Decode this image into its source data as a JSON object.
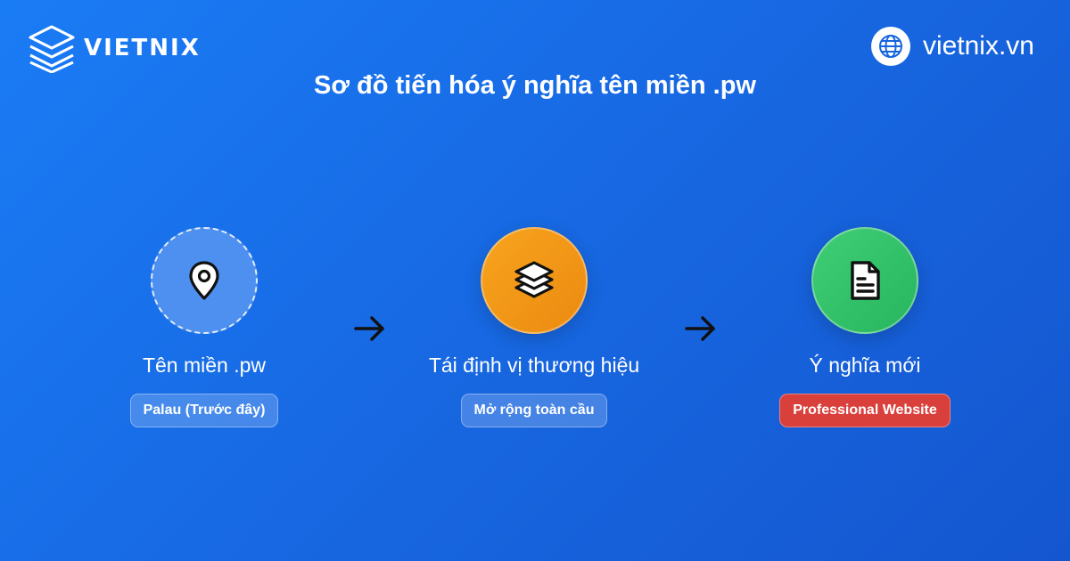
{
  "brand": {
    "name": "VIETNIX",
    "site": "vietnix.vn"
  },
  "title": "Sơ đồ tiến hóa ý nghĩa tên miền .pw",
  "steps": [
    {
      "label": "Tên miền .pw",
      "badge": "Palau (Trước đây)",
      "icon": "location-pin-icon",
      "color": "#4e90ef"
    },
    {
      "label": "Tái định vị thương hiệu",
      "badge": "Mở rộng toàn cầu",
      "icon": "layers-icon",
      "color": "#f39a18"
    },
    {
      "label": "Ý nghĩa mới",
      "badge": "Professional Website",
      "icon": "document-icon",
      "color": "#2fbf68",
      "badge_color": "#d9403c"
    }
  ]
}
